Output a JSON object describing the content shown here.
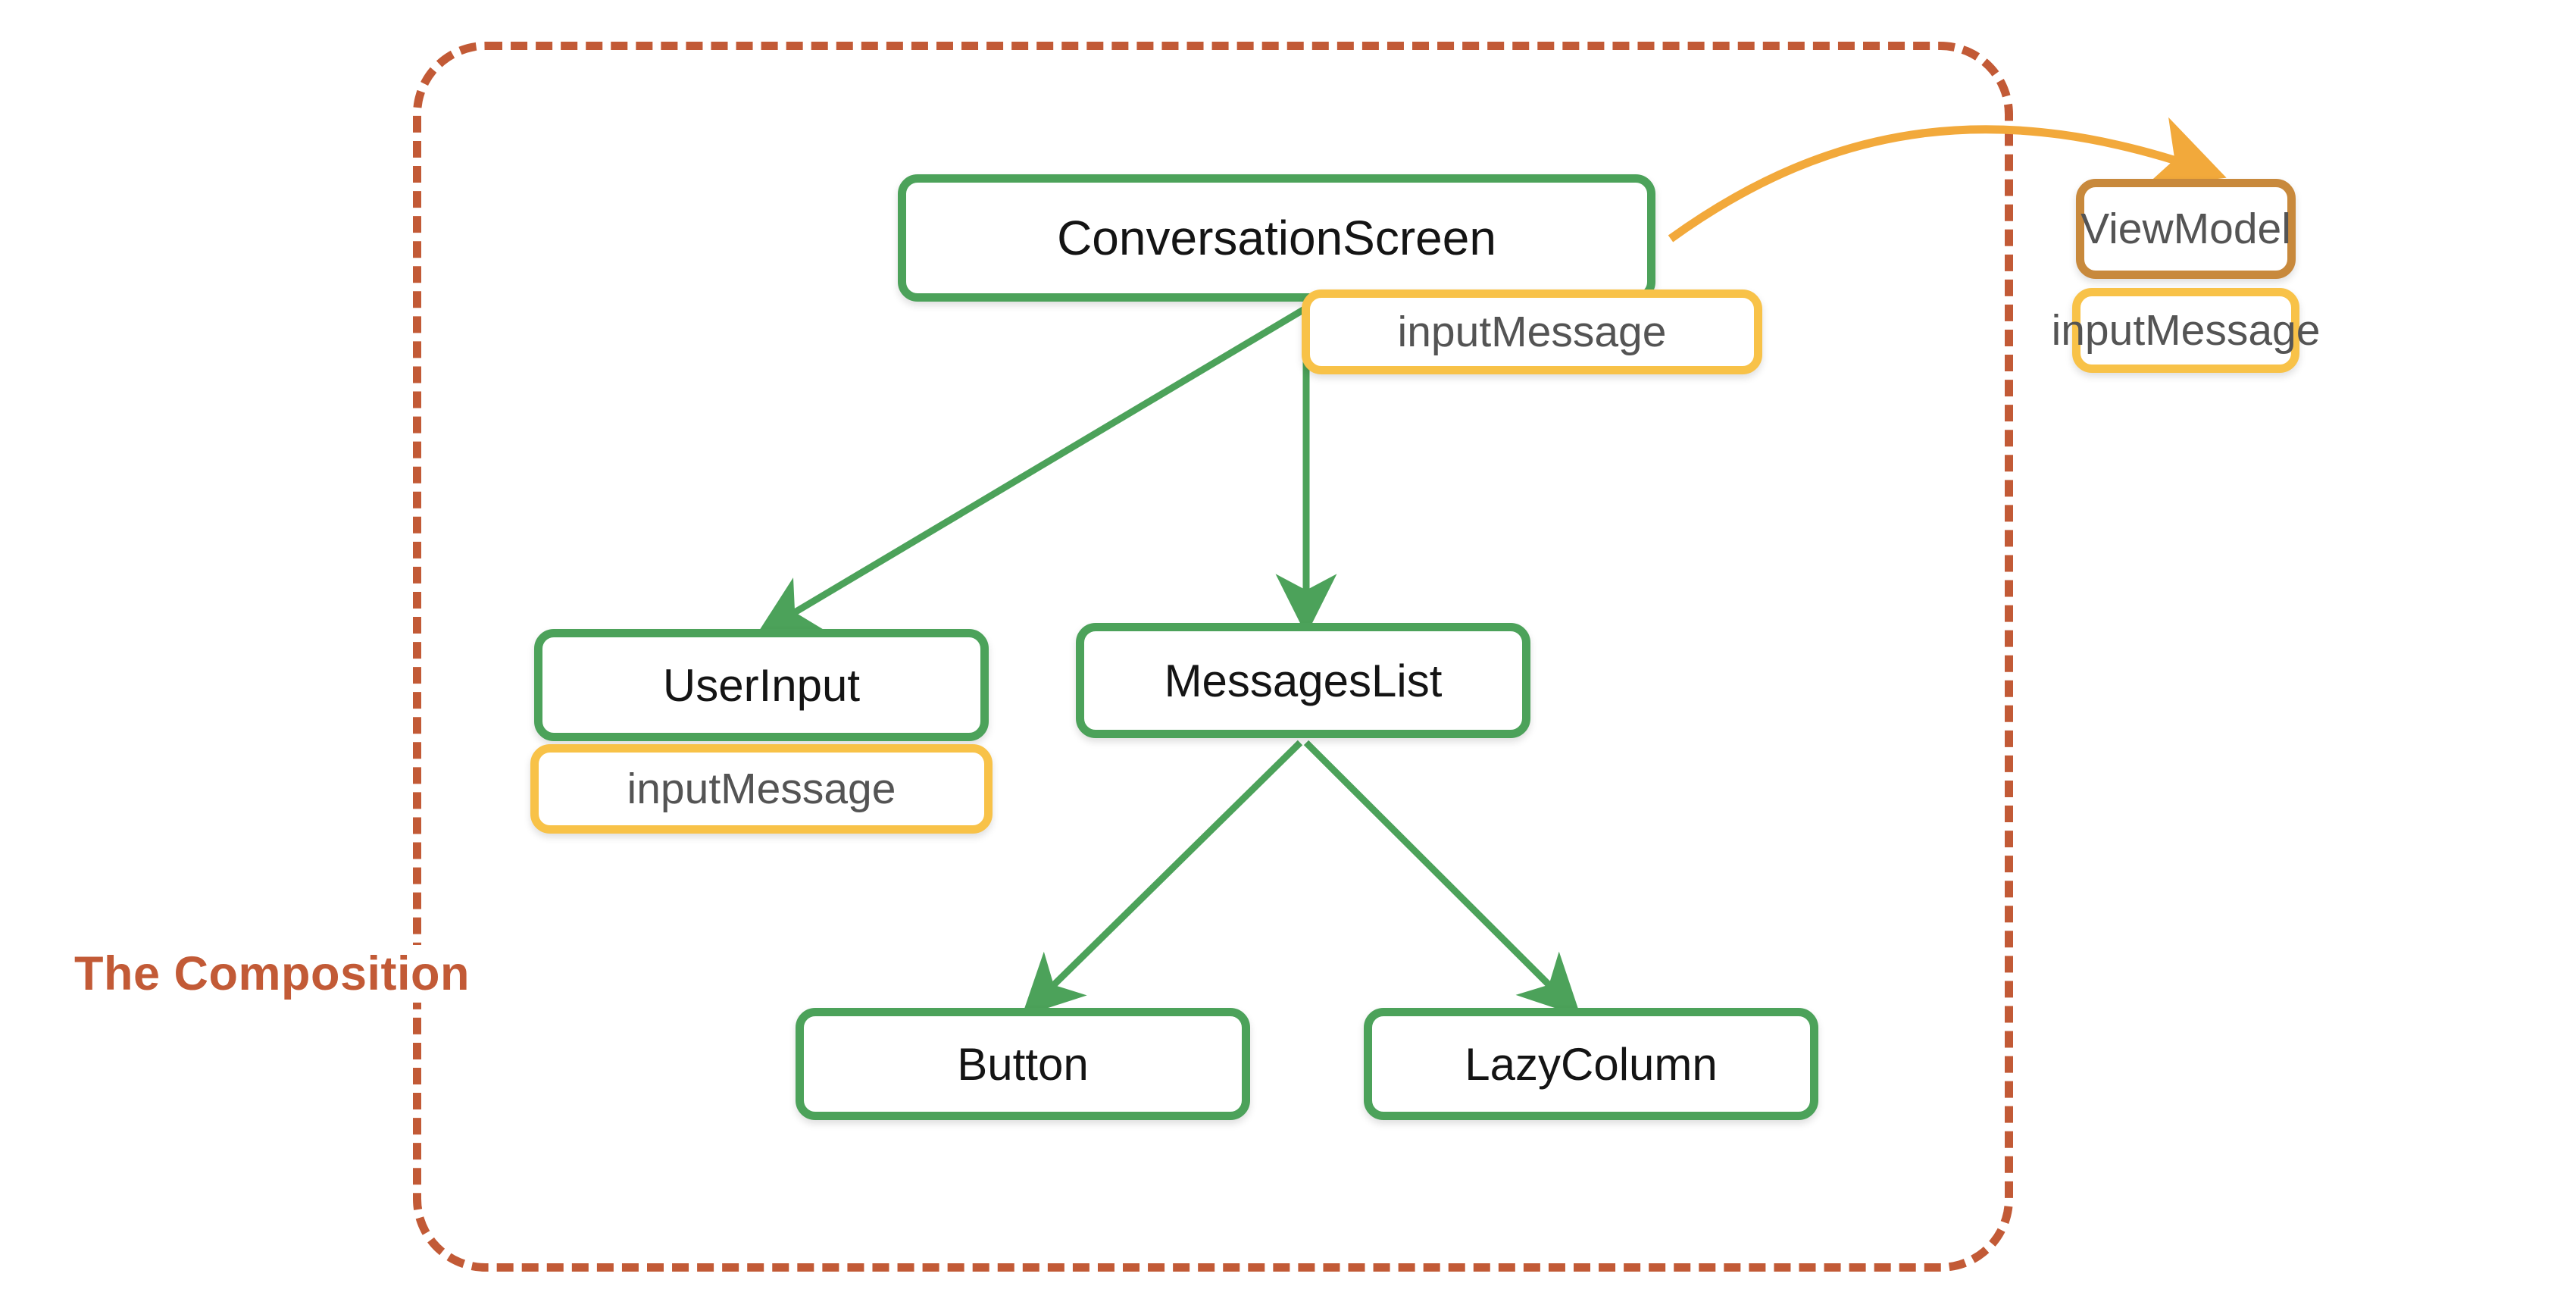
{
  "diagram": {
    "title": "The Composition",
    "frame_label": "The Composition",
    "colors": {
      "composable_border": "#4CA25A",
      "state_border": "#F8C248",
      "viewmodel_border": "#C8893C",
      "frame_dashed": "#C25A36",
      "arrow_green": "#4CA25A",
      "arrow_orange": "#F2A93B",
      "node_text_dark": "#141414",
      "node_text_gray": "#545454",
      "background": "#FFFFFF"
    }
  },
  "nodes": {
    "conversation_screen": {
      "label": "ConversationScreen",
      "kind": "composable"
    },
    "conversation_screen_state": {
      "label": "inputMessage",
      "kind": "state"
    },
    "view_model": {
      "label": "ViewModel",
      "kind": "viewmodel"
    },
    "view_model_state": {
      "label": "inputMessage",
      "kind": "state"
    },
    "user_input": {
      "label": "UserInput",
      "kind": "composable"
    },
    "user_input_state": {
      "label": "inputMessage",
      "kind": "state"
    },
    "messages_list": {
      "label": "MessagesList",
      "kind": "composable"
    },
    "button": {
      "label": "Button",
      "kind": "composable"
    },
    "lazy_column": {
      "label": "LazyColumn",
      "kind": "composable"
    }
  },
  "edges": [
    {
      "from": "conversation_screen",
      "to": "user_input",
      "color": "green",
      "style": "straight"
    },
    {
      "from": "conversation_screen",
      "to": "messages_list",
      "color": "green",
      "style": "straight"
    },
    {
      "from": "conversation_screen",
      "to": "view_model",
      "color": "orange",
      "style": "curved"
    },
    {
      "from": "messages_list",
      "to": "button",
      "color": "green",
      "style": "straight"
    },
    {
      "from": "messages_list",
      "to": "lazy_column",
      "color": "green",
      "style": "straight"
    }
  ]
}
